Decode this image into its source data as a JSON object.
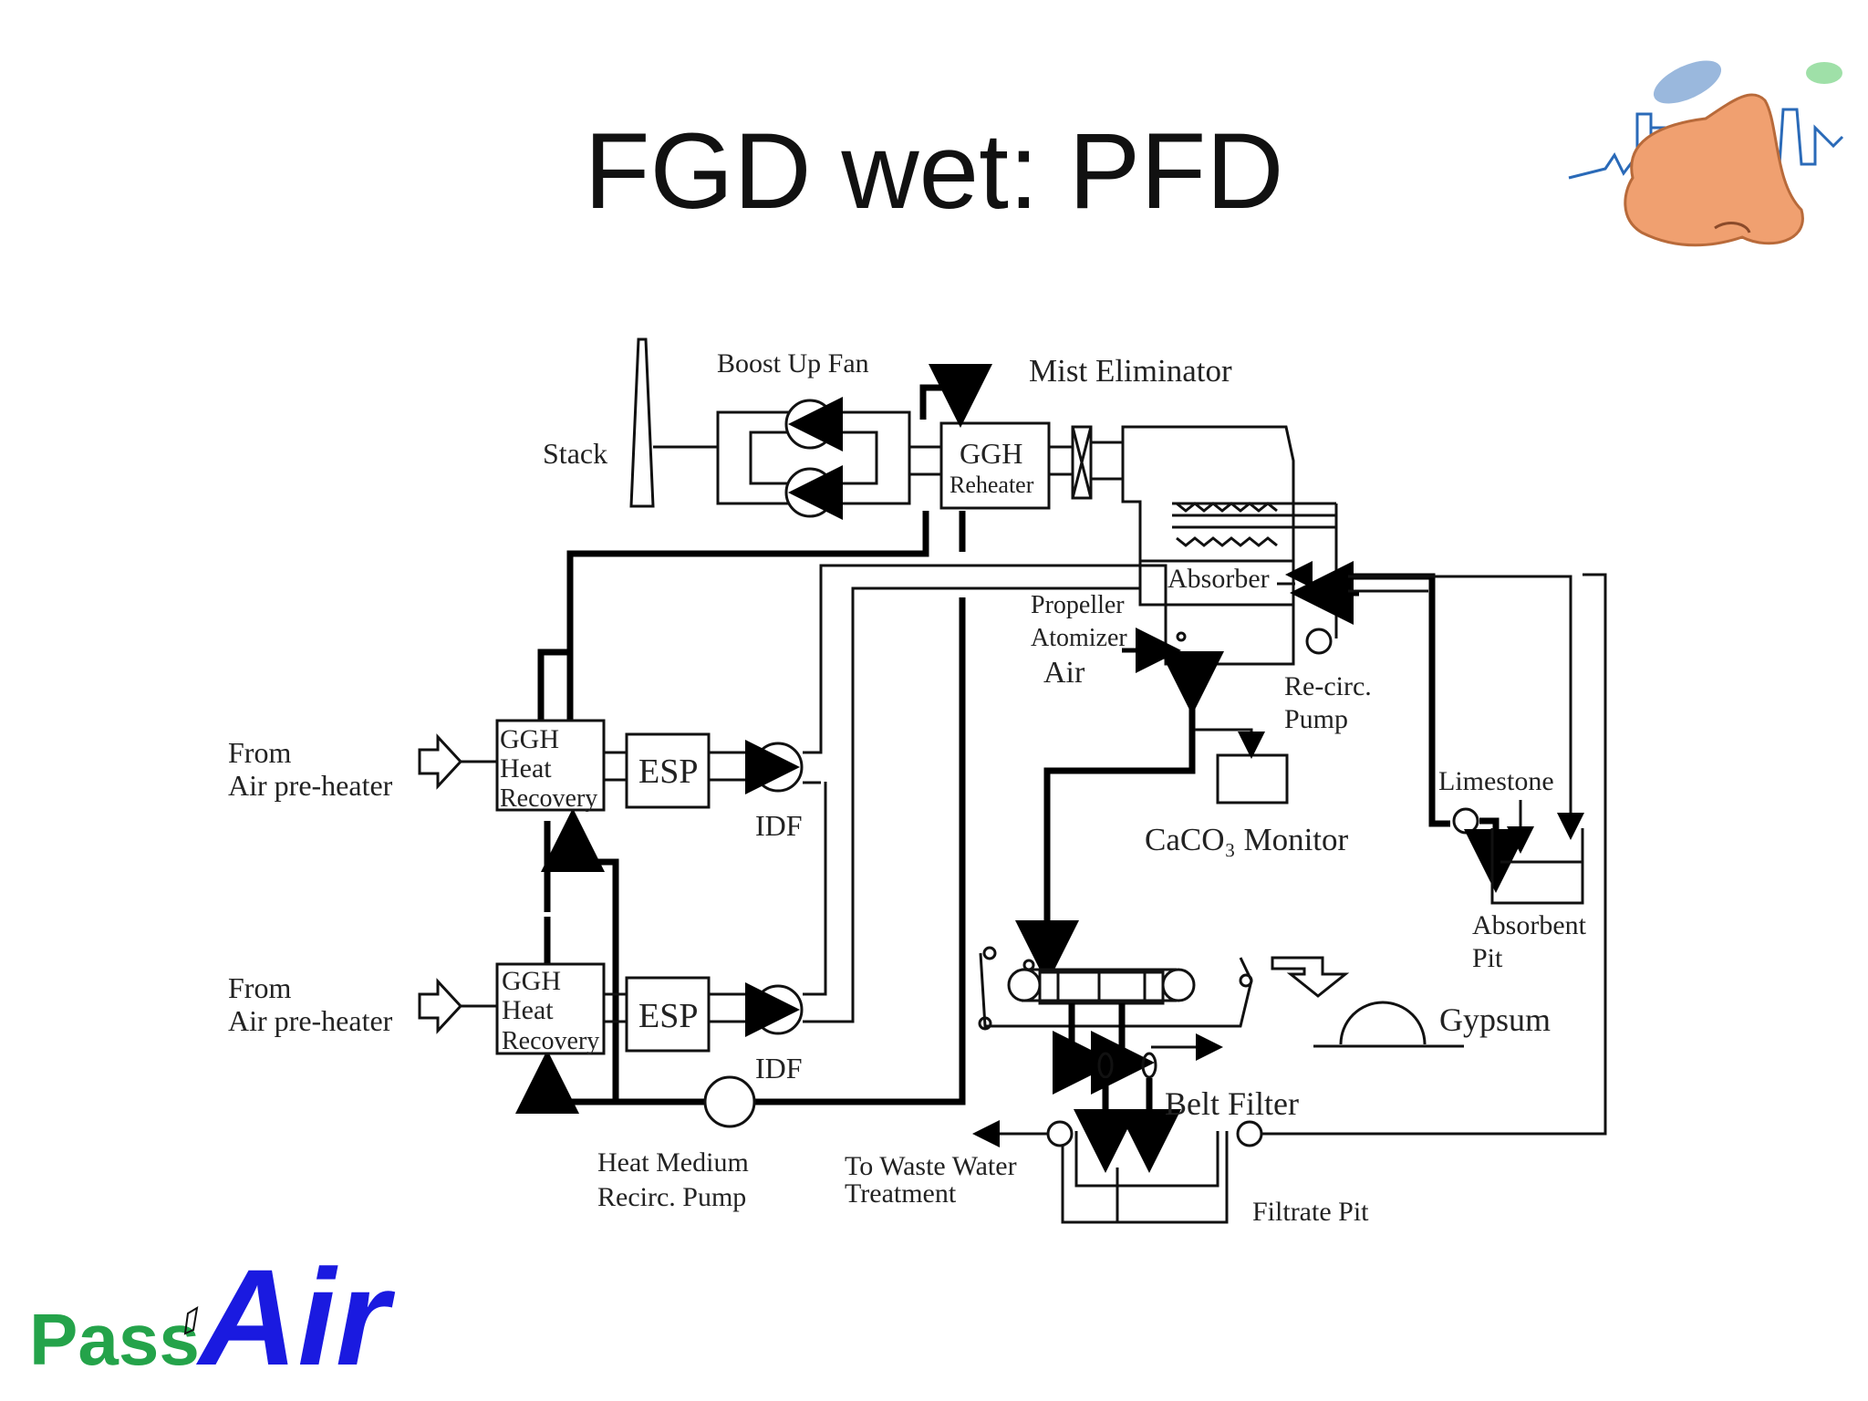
{
  "slide": {
    "title": "FGD wet: PFD",
    "logo": {
      "text_pass": "Pass",
      "text_air": "Air",
      "icon": "nose-factory-icon"
    }
  },
  "diagram": {
    "labels": {
      "boost_up_fan": "Boost Up Fan",
      "mist_eliminator": "Mist Eliminator",
      "stack": "Stack",
      "ggh_reheater_1": "GGH",
      "ggh_reheater_2": "Reheater",
      "absorber": "Absorber",
      "propeller": "Propeller",
      "atomizer": "Atomizer",
      "air": "Air",
      "recirc_pump_1": "Re-circ.",
      "recirc_pump_2": "Pump",
      "from_1": "From",
      "air_preheater_1": "Air pre-heater",
      "from_2": "From",
      "air_preheater_2": "Air pre-heater",
      "ggh_hr_1a": "GGH",
      "ggh_hr_1b": "Heat",
      "ggh_hr_1c": "Recovery",
      "ggh_hr_2a": "GGH",
      "ggh_hr_2b": "Heat",
      "ggh_hr_2c": "Recovery",
      "esp_1": "ESP",
      "esp_2": "ESP",
      "idf_1": "IDF",
      "idf_2": "IDF",
      "limestone": "Limestone",
      "caco3_monitor": "CaCO₃ Monitor",
      "absorbent_pit_1": "Absorbent",
      "absorbent_pit_2": "Pit",
      "gypsum": "Gypsum",
      "belt_filter": "Belt Filter",
      "heat_medium_1": "Heat Medium",
      "heat_medium_2": "Recirc. Pump",
      "waste_water_1": "To Waste Water",
      "waste_water_2": "Treatment",
      "filtrate_pit": "Filtrate Pit"
    }
  }
}
